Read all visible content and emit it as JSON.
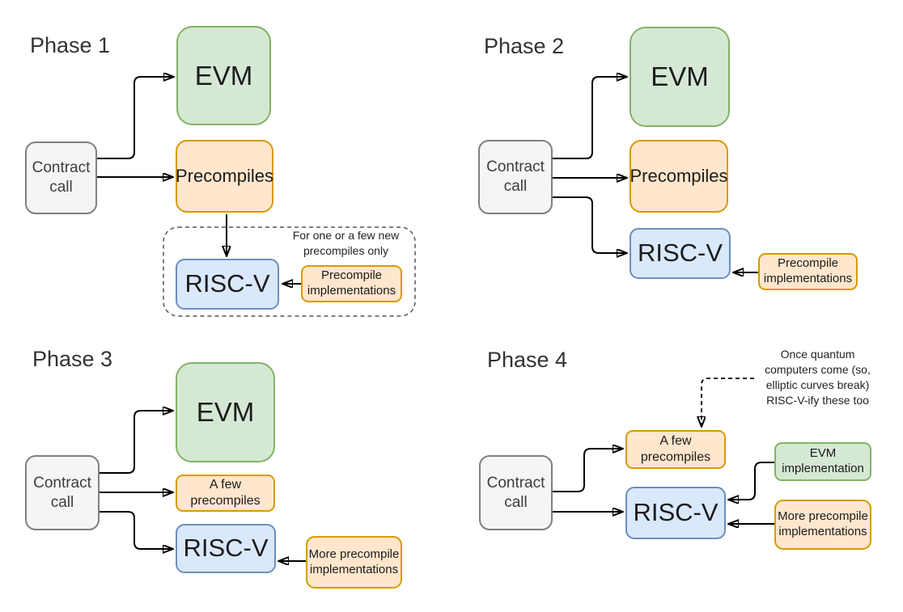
{
  "colors": {
    "green_fill": "#d5e8d4",
    "green_stroke": "#82b366",
    "orange_fill": "#ffe6cc",
    "orange_stroke": "#d79b00",
    "blue_fill": "#dae8fc",
    "blue_stroke": "#6c8ebf",
    "grey_fill": "#f5f5f5",
    "grey_stroke": "#7f7f7f",
    "arrow": "#000000"
  },
  "phases": [
    {
      "title": "Phase 1",
      "contract_call": "Contract\ncall",
      "evm": "EVM",
      "precompiles": "Precompiles",
      "riscv": "RISC-V",
      "precompile_impls": "Precompile\nimplementations",
      "note": "For one or a few new\nprecompiles only"
    },
    {
      "title": "Phase 2",
      "contract_call": "Contract\ncall",
      "evm": "EVM",
      "precompiles": "Precompiles",
      "riscv": "RISC-V",
      "precompile_impls": "Precompile\nimplementations"
    },
    {
      "title": "Phase 3",
      "contract_call": "Contract\ncall",
      "evm": "EVM",
      "few_precompiles": "A few\nprecompiles",
      "riscv": "RISC-V",
      "more_precompile_impls": "More precompile\nimplementations"
    },
    {
      "title": "Phase 4",
      "contract_call": "Contract\ncall",
      "few_precompiles": "A few\nprecompiles",
      "riscv": "RISC-V",
      "evm_impl": "EVM\nimplementation",
      "more_precompile_impls": "More precompile\nimplementations",
      "note": "Once quantum\ncomputers come (so,\nelliptic curves break)\nRISC-V-ify these too"
    }
  ]
}
